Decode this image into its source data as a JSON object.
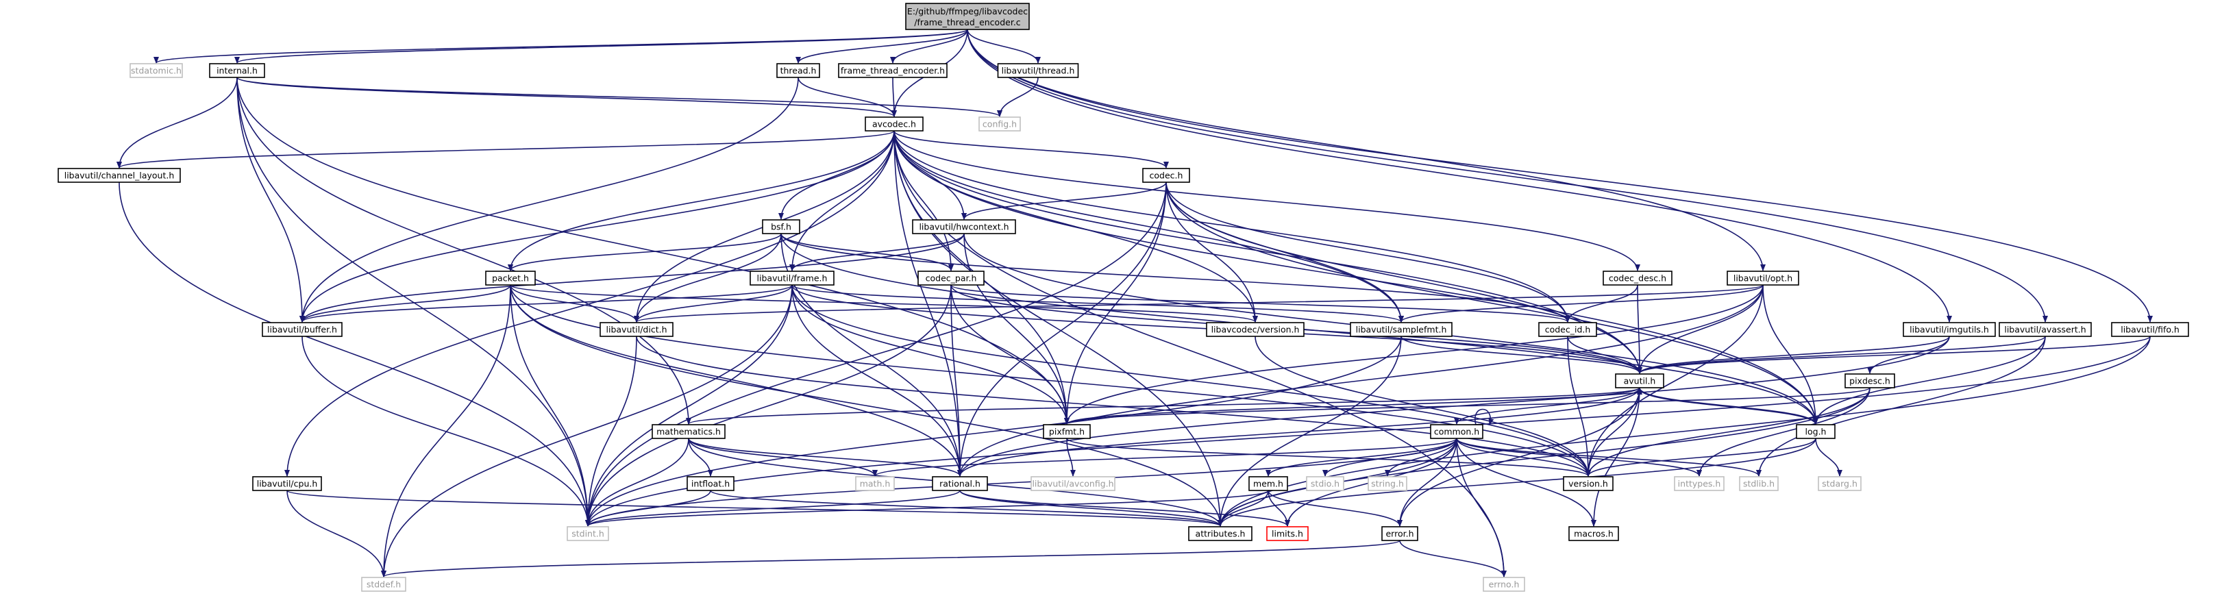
{
  "colors": {
    "edge": "#191970",
    "node_border": "#000000",
    "node_fill": "#ffffff",
    "root_fill": "#bfbfbf",
    "system_border": "#bfbfbf",
    "system_text": "#9a9a9a",
    "missing_border": "#ff0000"
  },
  "nodes": [
    {
      "id": "root",
      "label": "E:/github/ffmpeg/libavcodec\n/frame_thread_encoder.c",
      "kind": "root"
    },
    {
      "id": "stdatomic",
      "label": "stdatomic.h",
      "kind": "system"
    },
    {
      "id": "internal",
      "label": "internal.h",
      "kind": "normal"
    },
    {
      "id": "thread",
      "label": "thread.h",
      "kind": "normal"
    },
    {
      "id": "fte",
      "label": "frame_thread_encoder.h",
      "kind": "normal"
    },
    {
      "id": "luthread",
      "label": "libavutil/thread.h",
      "kind": "normal"
    },
    {
      "id": "config",
      "label": "config.h",
      "kind": "system"
    },
    {
      "id": "avcodec",
      "label": "avcodec.h",
      "kind": "normal"
    },
    {
      "id": "chlayout",
      "label": "libavutil/channel_layout.h",
      "kind": "normal"
    },
    {
      "id": "codec",
      "label": "codec.h",
      "kind": "normal"
    },
    {
      "id": "hwctx",
      "label": "libavutil/hwcontext.h",
      "kind": "normal"
    },
    {
      "id": "bsf",
      "label": "bsf.h",
      "kind": "normal"
    },
    {
      "id": "packet",
      "label": "packet.h",
      "kind": "normal"
    },
    {
      "id": "luframe",
      "label": "libavutil/frame.h",
      "kind": "normal"
    },
    {
      "id": "codecpar",
      "label": "codec_par.h",
      "kind": "normal"
    },
    {
      "id": "codecdesc",
      "label": "codec_desc.h",
      "kind": "normal"
    },
    {
      "id": "opt",
      "label": "libavutil/opt.h",
      "kind": "normal"
    },
    {
      "id": "lubuffer",
      "label": "libavutil/buffer.h",
      "kind": "normal"
    },
    {
      "id": "ludict",
      "label": "libavutil/dict.h",
      "kind": "normal"
    },
    {
      "id": "lavcver",
      "label": "libavcodec/version.h",
      "kind": "normal"
    },
    {
      "id": "samplefmt",
      "label": "libavutil/samplefmt.h",
      "kind": "normal"
    },
    {
      "id": "codecid",
      "label": "codec_id.h",
      "kind": "normal"
    },
    {
      "id": "imgutils",
      "label": "libavutil/imgutils.h",
      "kind": "normal"
    },
    {
      "id": "avassert",
      "label": "libavutil/avassert.h",
      "kind": "normal"
    },
    {
      "id": "fifo",
      "label": "libavutil/fifo.h",
      "kind": "normal"
    },
    {
      "id": "avutil",
      "label": "avutil.h",
      "kind": "normal"
    },
    {
      "id": "pixdesc",
      "label": "pixdesc.h",
      "kind": "normal"
    },
    {
      "id": "mathematics",
      "label": "mathematics.h",
      "kind": "normal"
    },
    {
      "id": "pixfmt",
      "label": "pixfmt.h",
      "kind": "normal"
    },
    {
      "id": "common",
      "label": "common.h",
      "kind": "normal"
    },
    {
      "id": "log",
      "label": "log.h",
      "kind": "normal"
    },
    {
      "id": "lucpu",
      "label": "libavutil/cpu.h",
      "kind": "normal"
    },
    {
      "id": "intfloat",
      "label": "intfloat.h",
      "kind": "normal"
    },
    {
      "id": "math",
      "label": "math.h",
      "kind": "system"
    },
    {
      "id": "rational",
      "label": "rational.h",
      "kind": "normal"
    },
    {
      "id": "avconfig",
      "label": "libavutil/avconfig.h",
      "kind": "system"
    },
    {
      "id": "mem",
      "label": "mem.h",
      "kind": "normal"
    },
    {
      "id": "stdio",
      "label": "stdio.h",
      "kind": "system"
    },
    {
      "id": "string",
      "label": "string.h",
      "kind": "system"
    },
    {
      "id": "version",
      "label": "version.h",
      "kind": "normal"
    },
    {
      "id": "inttypes",
      "label": "inttypes.h",
      "kind": "system"
    },
    {
      "id": "stdlib",
      "label": "stdlib.h",
      "kind": "system"
    },
    {
      "id": "stdarg",
      "label": "stdarg.h",
      "kind": "system"
    },
    {
      "id": "stdint",
      "label": "stdint.h",
      "kind": "system"
    },
    {
      "id": "attributes",
      "label": "attributes.h",
      "kind": "normal"
    },
    {
      "id": "limits",
      "label": "limits.h",
      "kind": "missing"
    },
    {
      "id": "error",
      "label": "error.h",
      "kind": "normal"
    },
    {
      "id": "macros",
      "label": "macros.h",
      "kind": "normal"
    },
    {
      "id": "stddef",
      "label": "stddef.h",
      "kind": "system"
    },
    {
      "id": "errno",
      "label": "errno.h",
      "kind": "system"
    }
  ],
  "edges": [
    [
      "root",
      "stdatomic"
    ],
    [
      "root",
      "internal"
    ],
    [
      "root",
      "thread"
    ],
    [
      "root",
      "fte"
    ],
    [
      "root",
      "luthread"
    ],
    [
      "root",
      "avcodec"
    ],
    [
      "root",
      "opt"
    ],
    [
      "root",
      "imgutils"
    ],
    [
      "root",
      "avassert"
    ],
    [
      "root",
      "fifo"
    ],
    [
      "internal",
      "config"
    ],
    [
      "internal",
      "avcodec"
    ],
    [
      "internal",
      "chlayout"
    ],
    [
      "internal",
      "lubuffer"
    ],
    [
      "internal",
      "mathematics"
    ],
    [
      "internal",
      "pixfmt"
    ],
    [
      "internal",
      "stdint"
    ],
    [
      "thread",
      "avcodec"
    ],
    [
      "thread",
      "lubuffer"
    ],
    [
      "fte",
      "avcodec"
    ],
    [
      "luthread",
      "config"
    ],
    [
      "avcodec",
      "chlayout"
    ],
    [
      "avcodec",
      "codec"
    ],
    [
      "avcodec",
      "hwctx"
    ],
    [
      "avcodec",
      "bsf"
    ],
    [
      "avcodec",
      "packet"
    ],
    [
      "avcodec",
      "luframe"
    ],
    [
      "avcodec",
      "codecpar"
    ],
    [
      "avcodec",
      "codecdesc"
    ],
    [
      "avcodec",
      "lubuffer"
    ],
    [
      "avcodec",
      "ludict"
    ],
    [
      "avcodec",
      "lavcver"
    ],
    [
      "avcodec",
      "samplefmt"
    ],
    [
      "avcodec",
      "codecid"
    ],
    [
      "avcodec",
      "avutil"
    ],
    [
      "avcodec",
      "log"
    ],
    [
      "avcodec",
      "pixfmt"
    ],
    [
      "avcodec",
      "rational"
    ],
    [
      "avcodec",
      "lucpu"
    ],
    [
      "avcodec",
      "attributes"
    ],
    [
      "avcodec",
      "errno"
    ],
    [
      "chlayout",
      "stdint"
    ],
    [
      "codec",
      "hwctx"
    ],
    [
      "codec",
      "lavcver"
    ],
    [
      "codec",
      "samplefmt"
    ],
    [
      "codec",
      "codecid"
    ],
    [
      "codec",
      "avutil"
    ],
    [
      "codec",
      "log"
    ],
    [
      "codec",
      "pixfmt"
    ],
    [
      "codec",
      "rational"
    ],
    [
      "codec",
      "stdint"
    ],
    [
      "hwctx",
      "luframe"
    ],
    [
      "hwctx",
      "lubuffer"
    ],
    [
      "hwctx",
      "pixfmt"
    ],
    [
      "hwctx",
      "log"
    ],
    [
      "bsf",
      "packet"
    ],
    [
      "bsf",
      "codecpar"
    ],
    [
      "bsf",
      "ludict"
    ],
    [
      "bsf",
      "codecid"
    ],
    [
      "bsf",
      "log"
    ],
    [
      "bsf",
      "rational"
    ],
    [
      "packet",
      "lubuffer"
    ],
    [
      "packet",
      "ludict"
    ],
    [
      "packet",
      "lavcver"
    ],
    [
      "packet",
      "rational"
    ],
    [
      "packet",
      "attributes"
    ],
    [
      "packet",
      "stddef"
    ],
    [
      "packet",
      "stdint"
    ],
    [
      "packet",
      "version"
    ],
    [
      "luframe",
      "avutil"
    ],
    [
      "luframe",
      "lubuffer"
    ],
    [
      "luframe",
      "ludict"
    ],
    [
      "luframe",
      "rational"
    ],
    [
      "luframe",
      "samplefmt"
    ],
    [
      "luframe",
      "pixfmt"
    ],
    [
      "luframe",
      "version"
    ],
    [
      "luframe",
      "stddef"
    ],
    [
      "luframe",
      "stdint"
    ],
    [
      "codecpar",
      "avutil"
    ],
    [
      "codecpar",
      "codecid"
    ],
    [
      "codecpar",
      "rational"
    ],
    [
      "codecpar",
      "pixfmt"
    ],
    [
      "codecpar",
      "stdint"
    ],
    [
      "codecdesc",
      "avutil"
    ],
    [
      "codecdesc",
      "codecid"
    ],
    [
      "opt",
      "rational"
    ],
    [
      "opt",
      "avutil"
    ],
    [
      "opt",
      "ludict"
    ],
    [
      "opt",
      "log"
    ],
    [
      "opt",
      "pixfmt"
    ],
    [
      "opt",
      "samplefmt"
    ],
    [
      "opt",
      "version"
    ],
    [
      "imgutils",
      "avutil"
    ],
    [
      "imgutils",
      "pixdesc"
    ],
    [
      "imgutils",
      "rational"
    ],
    [
      "avassert",
      "avutil"
    ],
    [
      "avassert",
      "log"
    ],
    [
      "avassert",
      "stdlib"
    ],
    [
      "fifo",
      "avutil"
    ],
    [
      "fifo",
      "attributes"
    ],
    [
      "fifo",
      "stdint"
    ],
    [
      "pixdesc",
      "attributes"
    ],
    [
      "pixdesc",
      "pixfmt"
    ],
    [
      "pixdesc",
      "version"
    ],
    [
      "pixdesc",
      "inttypes"
    ],
    [
      "lubuffer",
      "stdint"
    ],
    [
      "ludict",
      "stdint"
    ],
    [
      "ludict",
      "version"
    ],
    [
      "lavcver",
      "version"
    ],
    [
      "samplefmt",
      "avutil"
    ],
    [
      "samplefmt",
      "attributes"
    ],
    [
      "samplefmt",
      "stdint"
    ],
    [
      "codecid",
      "avutil"
    ],
    [
      "codecid",
      "version"
    ],
    [
      "avutil",
      "common"
    ],
    [
      "avutil",
      "error"
    ],
    [
      "avutil",
      "rational"
    ],
    [
      "avutil",
      "version"
    ],
    [
      "avutil",
      "macros"
    ],
    [
      "avutil",
      "mathematics"
    ],
    [
      "avutil",
      "log"
    ],
    [
      "avutil",
      "pixfmt"
    ],
    [
      "mathematics",
      "math"
    ],
    [
      "mathematics",
      "stdint"
    ],
    [
      "mathematics",
      "intfloat"
    ],
    [
      "mathematics",
      "rational"
    ],
    [
      "mathematics",
      "attributes"
    ],
    [
      "pixfmt",
      "avconfig"
    ],
    [
      "pixfmt",
      "version"
    ],
    [
      "common",
      "common"
    ],
    [
      "common",
      "errno"
    ],
    [
      "common",
      "inttypes"
    ],
    [
      "common",
      "limits"
    ],
    [
      "common",
      "math"
    ],
    [
      "common",
      "stdint"
    ],
    [
      "common",
      "stdio"
    ],
    [
      "common",
      "stdlib"
    ],
    [
      "common",
      "string"
    ],
    [
      "common",
      "attributes"
    ],
    [
      "common",
      "macros"
    ],
    [
      "common",
      "version"
    ],
    [
      "common",
      "mem"
    ],
    [
      "common",
      "error"
    ],
    [
      "log",
      "stdarg"
    ],
    [
      "log",
      "avutil"
    ],
    [
      "log",
      "attributes"
    ],
    [
      "log",
      "version"
    ],
    [
      "lucpu",
      "stddef"
    ],
    [
      "lucpu",
      "attributes"
    ],
    [
      "intfloat",
      "stdint"
    ],
    [
      "intfloat",
      "attributes"
    ],
    [
      "rational",
      "stdint"
    ],
    [
      "rational",
      "limits"
    ],
    [
      "rational",
      "attributes"
    ],
    [
      "mem",
      "stdint"
    ],
    [
      "mem",
      "limits"
    ],
    [
      "mem",
      "attributes"
    ],
    [
      "mem",
      "error"
    ],
    [
      "error",
      "errno"
    ],
    [
      "error",
      "stddef"
    ]
  ]
}
